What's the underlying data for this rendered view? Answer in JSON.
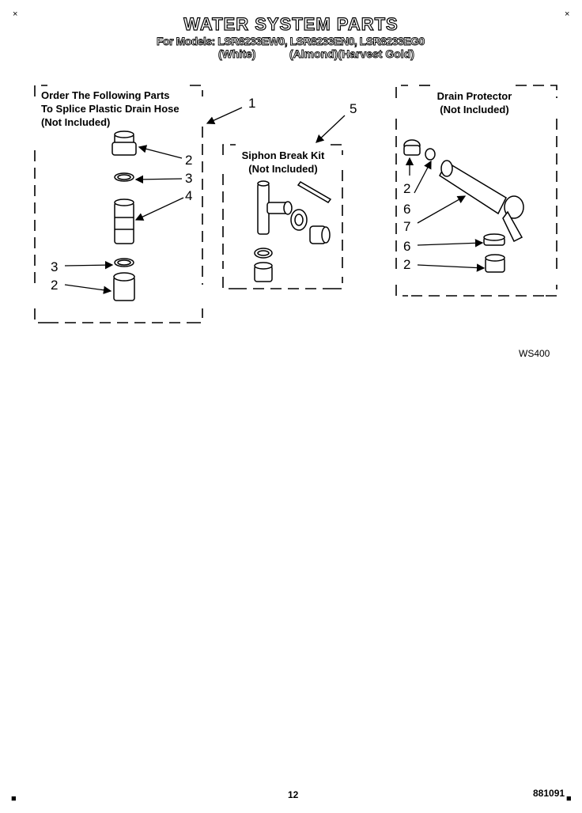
{
  "header": {
    "title": "WATER SYSTEM PARTS",
    "models": "For Models: LSR8233EW0, LSR8233EN0, LSR8233EG0",
    "color_white": "(White)",
    "color_almond_gold": "(Almond)(Harvest Gold)"
  },
  "groups": {
    "splice": {
      "line1": "Order The Following Parts",
      "line2": "To Splice Plastic Drain Hose",
      "line3": "(Not Included)"
    },
    "siphon": {
      "line1": "Siphon Break Kit",
      "line2": "(Not Included)"
    },
    "drain": {
      "line1": "Drain Protector",
      "line2": "(Not Included)"
    }
  },
  "callouts": {
    "c1": "1",
    "c2a": "2",
    "c3a": "3",
    "c4": "4",
    "c3b": "3",
    "c2b": "2",
    "c5": "5",
    "c2c": "2",
    "c6a": "6",
    "c7": "7",
    "c6b": "6",
    "c2d": "2"
  },
  "footer": {
    "diagram_code": "WS400",
    "page_number": "12",
    "doc_number": "881091"
  }
}
